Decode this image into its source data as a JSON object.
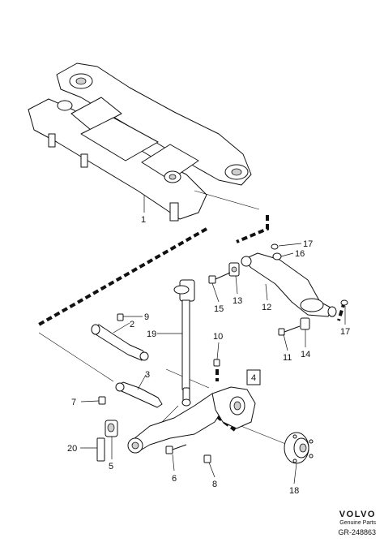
{
  "callouts": {
    "c1": "1",
    "c2": "2",
    "c3": "3",
    "c4": "4",
    "c5": "5",
    "c6": "6",
    "c7": "7",
    "c8": "8",
    "c9": "9",
    "c10": "10",
    "c11": "11",
    "c12": "12",
    "c13": "13",
    "c14": "14",
    "c15": "15",
    "c16": "16",
    "c17a": "17",
    "c17b": "17",
    "c18": "18",
    "c19": "19",
    "c20": "20"
  },
  "brand": {
    "logo": "VOLVO",
    "subtitle": "Genuine Parts",
    "reference": "GR-248863"
  }
}
